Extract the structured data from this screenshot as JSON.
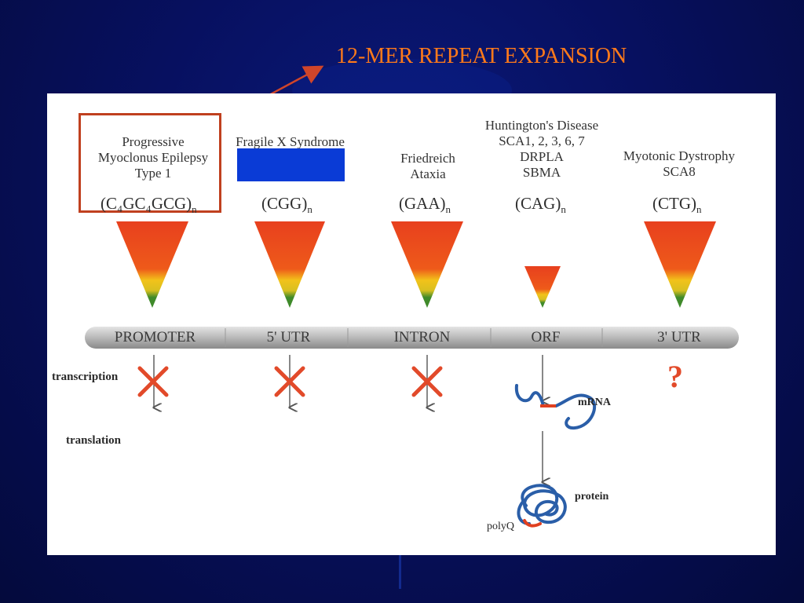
{
  "slide": {
    "title": "12-MER REPEAT EXPANSION",
    "accent_color": "#ff7a1a",
    "background_color": "#071060"
  },
  "diagram": {
    "columns": [
      {
        "id": "promoter",
        "disease_lines": [
          "Progressive",
          "Myoclonus Epilepsy",
          "Type 1"
        ],
        "repeat": "(C₄GC₄GCG)",
        "repeat_suffix": "n",
        "region": "PROMOTER",
        "effect": "blocked"
      },
      {
        "id": "utr5",
        "disease_lines": [
          "Fragile X Syndrome"
        ],
        "repeat": "(CGG)",
        "repeat_suffix": "n",
        "region": "5' UTR",
        "effect": "blocked"
      },
      {
        "id": "intron",
        "disease_lines": [
          "Friedreich",
          "Ataxia"
        ],
        "repeat": "(GAA)",
        "repeat_suffix": "n",
        "region": "INTRON",
        "effect": "blocked"
      },
      {
        "id": "orf",
        "disease_lines": [
          "Huntington's Disease",
          "SCA1, 2, 3, 6, 7",
          "DRPLA",
          "SBMA"
        ],
        "repeat": "(CAG)",
        "repeat_suffix": "n",
        "region": "ORF",
        "effect": "protein"
      },
      {
        "id": "utr3",
        "disease_lines": [
          "Myotonic Dystrophy",
          "SCA8"
        ],
        "repeat": "(CTG)",
        "repeat_suffix": "n",
        "region": "3' UTR",
        "effect": "unknown"
      }
    ],
    "side_labels": {
      "transcription": "transcription",
      "translation": "translation"
    },
    "labels": {
      "mrna": "mRNA",
      "protein": "protein",
      "polyq": "polyQ",
      "unknown_mark": "?"
    },
    "colors": {
      "triangle_top": "#e8401e",
      "triangle_mid": "#f2c21a",
      "triangle_bottom": "#3f8a2a",
      "cross": "#e24a2a",
      "highlight_box": "#c0401f",
      "highlight_rect": "#0a3bd6",
      "strand": "#2a5ea8",
      "repeat_segment": "#e04020"
    }
  }
}
